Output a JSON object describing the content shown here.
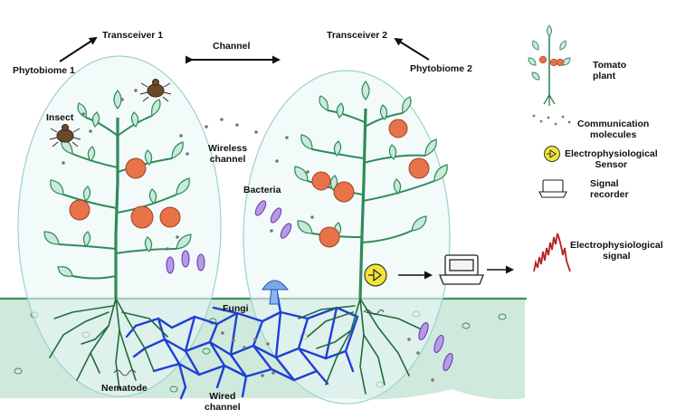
{
  "labels": {
    "transceiver1": "Transceiver 1",
    "transceiver2": "Transceiver 2",
    "channel": "Channel",
    "phytobiome1": "Phytobiome 1",
    "phytobiome2": "Phytobiome 2",
    "insect": "Insect",
    "wireless_channel": [
      "Wireless",
      "channel"
    ],
    "bacteria": "Bacteria",
    "fungi": "Fungi",
    "nematode": "Nematode",
    "wired_channel": [
      "Wired",
      "channel"
    ]
  },
  "legend": {
    "tomato_plant": [
      "Tomato",
      "plant"
    ],
    "communication_molecules": [
      "Communication",
      "molecules"
    ],
    "electrophysiological_sensor": [
      "Electrophysiological",
      "Sensor"
    ],
    "signal_recorder": [
      "Signal",
      "recorder"
    ],
    "electrophysiological_signal": [
      "Electrophysiological",
      "signal"
    ]
  },
  "colors": {
    "soil": "#cfe9dc",
    "soil_line": "#3e8f57",
    "ellipse_fill": "#e9f7f7",
    "leaf": "#c9eadb",
    "leaf_stroke": "#2e8b57",
    "stem": "#2e8b57",
    "tomato": "#e8734a",
    "fungi": "#1f3fd6",
    "bacteria": "#8a5cc9",
    "sensor": "#f2e53a",
    "signal": "#b3201f"
  }
}
